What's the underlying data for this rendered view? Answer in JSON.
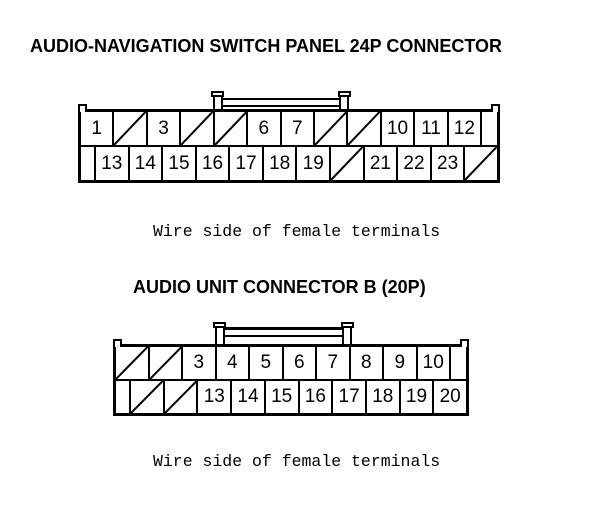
{
  "page": {
    "background_color": "#ffffff",
    "line_color": "#000000"
  },
  "connectors": [
    {
      "title": "AUDIO-NAVIGATION SWITCH PANEL 24P CONNECTOR",
      "caption": "Wire side of female terminals",
      "rows": [
        [
          {
            "pin": "1"
          },
          {
            "hatched": true
          },
          {
            "pin": "3"
          },
          {
            "hatched": true
          },
          {
            "hatched": true
          },
          {
            "pin": "6"
          },
          {
            "pin": "7"
          },
          {
            "hatched": true
          },
          {
            "hatched": true
          },
          {
            "pin": "10"
          },
          {
            "pin": "11"
          },
          {
            "pin": "12"
          },
          {
            "spacer": true
          }
        ],
        [
          {
            "spacer": true
          },
          {
            "pin": "13"
          },
          {
            "pin": "14"
          },
          {
            "pin": "15"
          },
          {
            "pin": "16"
          },
          {
            "pin": "17"
          },
          {
            "pin": "18"
          },
          {
            "pin": "19"
          },
          {
            "hatched": true
          },
          {
            "pin": "21"
          },
          {
            "pin": "22"
          },
          {
            "pin": "23"
          },
          {
            "hatched": true
          }
        ]
      ]
    },
    {
      "title": "AUDIO UNIT CONNECTOR B (20P)",
      "caption": "Wire side of female terminals",
      "rows": [
        [
          {
            "hatched": true
          },
          {
            "hatched": true
          },
          {
            "pin": "3"
          },
          {
            "pin": "4"
          },
          {
            "pin": "5"
          },
          {
            "pin": "6"
          },
          {
            "pin": "7"
          },
          {
            "pin": "8"
          },
          {
            "pin": "9"
          },
          {
            "pin": "10"
          },
          {
            "spacer": true
          }
        ],
        [
          {
            "spacer": true
          },
          {
            "hatched": true
          },
          {
            "hatched": true
          },
          {
            "pin": "13"
          },
          {
            "pin": "14"
          },
          {
            "pin": "15"
          },
          {
            "pin": "16"
          },
          {
            "pin": "17"
          },
          {
            "pin": "18"
          },
          {
            "pin": "19"
          },
          {
            "pin": "20"
          }
        ]
      ]
    }
  ]
}
